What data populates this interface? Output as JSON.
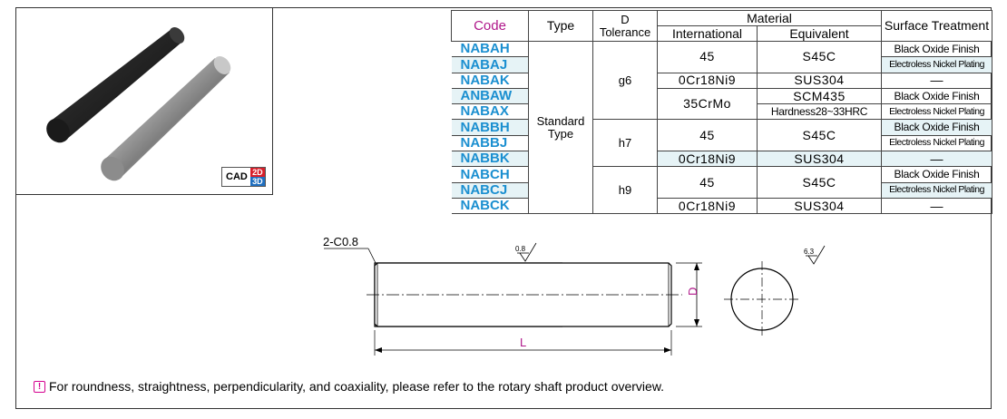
{
  "table": {
    "headers": {
      "code": "Code",
      "type": "Type",
      "d_tolerance_line1": "D",
      "d_tolerance_line2": "Tolerance",
      "material": "Material",
      "international": "International",
      "equivalent": "Equivalent",
      "surface_treatment": "Surface Treatment"
    },
    "codes": [
      "NABAH",
      "NABAJ",
      "NABAK",
      "ANBAW",
      "NABAX",
      "NABBH",
      "NABBJ",
      "NABBK",
      "NABCH",
      "NABCJ",
      "NABCK"
    ],
    "type_line1": "Standard",
    "type_line2": "Type",
    "tolerances": [
      "g6",
      "h7",
      "h9"
    ],
    "international": [
      "45",
      "0Cr18Ni9",
      "35CrMo",
      "45",
      "0Cr18Ni9",
      "45",
      "0Cr18Ni9"
    ],
    "equivalent": [
      "S45C",
      "SUS304",
      "SCM435",
      "Hardness28~33HRC",
      "S45C",
      "SUS304",
      "S45C",
      "SUS304"
    ],
    "surface": {
      "black_oxide": "Black Oxide Finish",
      "electroless_nickel": "Electroless Nickel Plating",
      "none": "—"
    }
  },
  "badge": {
    "cad": "CAD",
    "two_d": "2D",
    "three_d": "3D"
  },
  "drawing": {
    "chamfer_label": "2-C0.8",
    "roughness_body": "0.8",
    "roughness_end": "6.3",
    "dim_diameter": "D",
    "dim_length": "L"
  },
  "note": {
    "icon": "warning-icon",
    "text": "For roundness, straightness, perpendicularity, and coaxiality, please refer to the rotary shaft product overview."
  },
  "colors": {
    "code_blue": "#1b8fd0",
    "header_magenta": "#b0178a",
    "row_tint": "#e6f3f6",
    "warn": "#d5008f"
  }
}
